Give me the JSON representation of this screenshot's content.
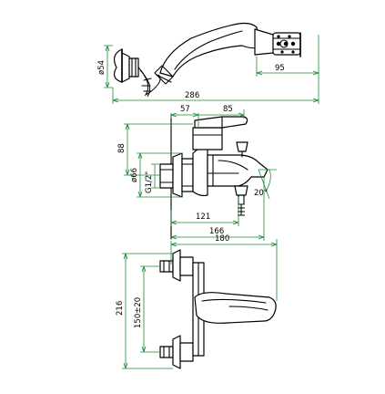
{
  "dimensions": {
    "view1_head_diameter": "ø54",
    "view1_head_width": "95",
    "view1_total_length": "286",
    "view2_width_57": "57",
    "view2_width_85": "85",
    "view2_height_88": "88",
    "view2_diameter_66": "ø66",
    "view2_thread": "G1/2\"",
    "view2_angle": "20°",
    "view2_length_121": "121",
    "view2_length_166": "166",
    "view3_width": "180",
    "view3_height": "216",
    "view3_centers": "150±20"
  },
  "colors": {
    "dimension_lines": "#1f8a3a",
    "outline": "#000000"
  }
}
